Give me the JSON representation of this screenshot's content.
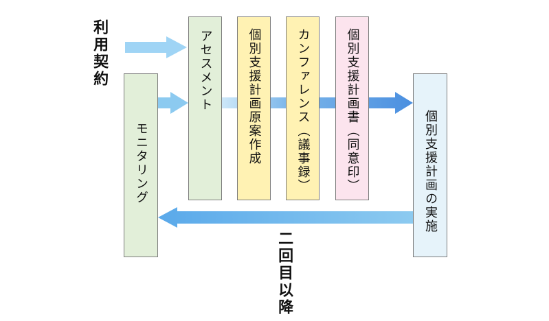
{
  "labels": {
    "contract": "利用契約",
    "repeat": "二回目以降"
  },
  "boxes": {
    "assessment": "アセスメント",
    "draft_plan": "個別支援計画原案作成",
    "conference": "カンファレンス（議事録）",
    "plan": "個別支援計画書（同意印）",
    "implementation": "個別支援計画の実施",
    "monitoring": "モニタリング"
  },
  "colors": {
    "green_box": "#e2efd9",
    "yellow_box": "#fff2b3",
    "pink_box": "#fce4ee",
    "blue_box": "#e6f3fa",
    "arrow_light": "#9fd4f5",
    "arrow_dark": "#5b9bdf"
  }
}
